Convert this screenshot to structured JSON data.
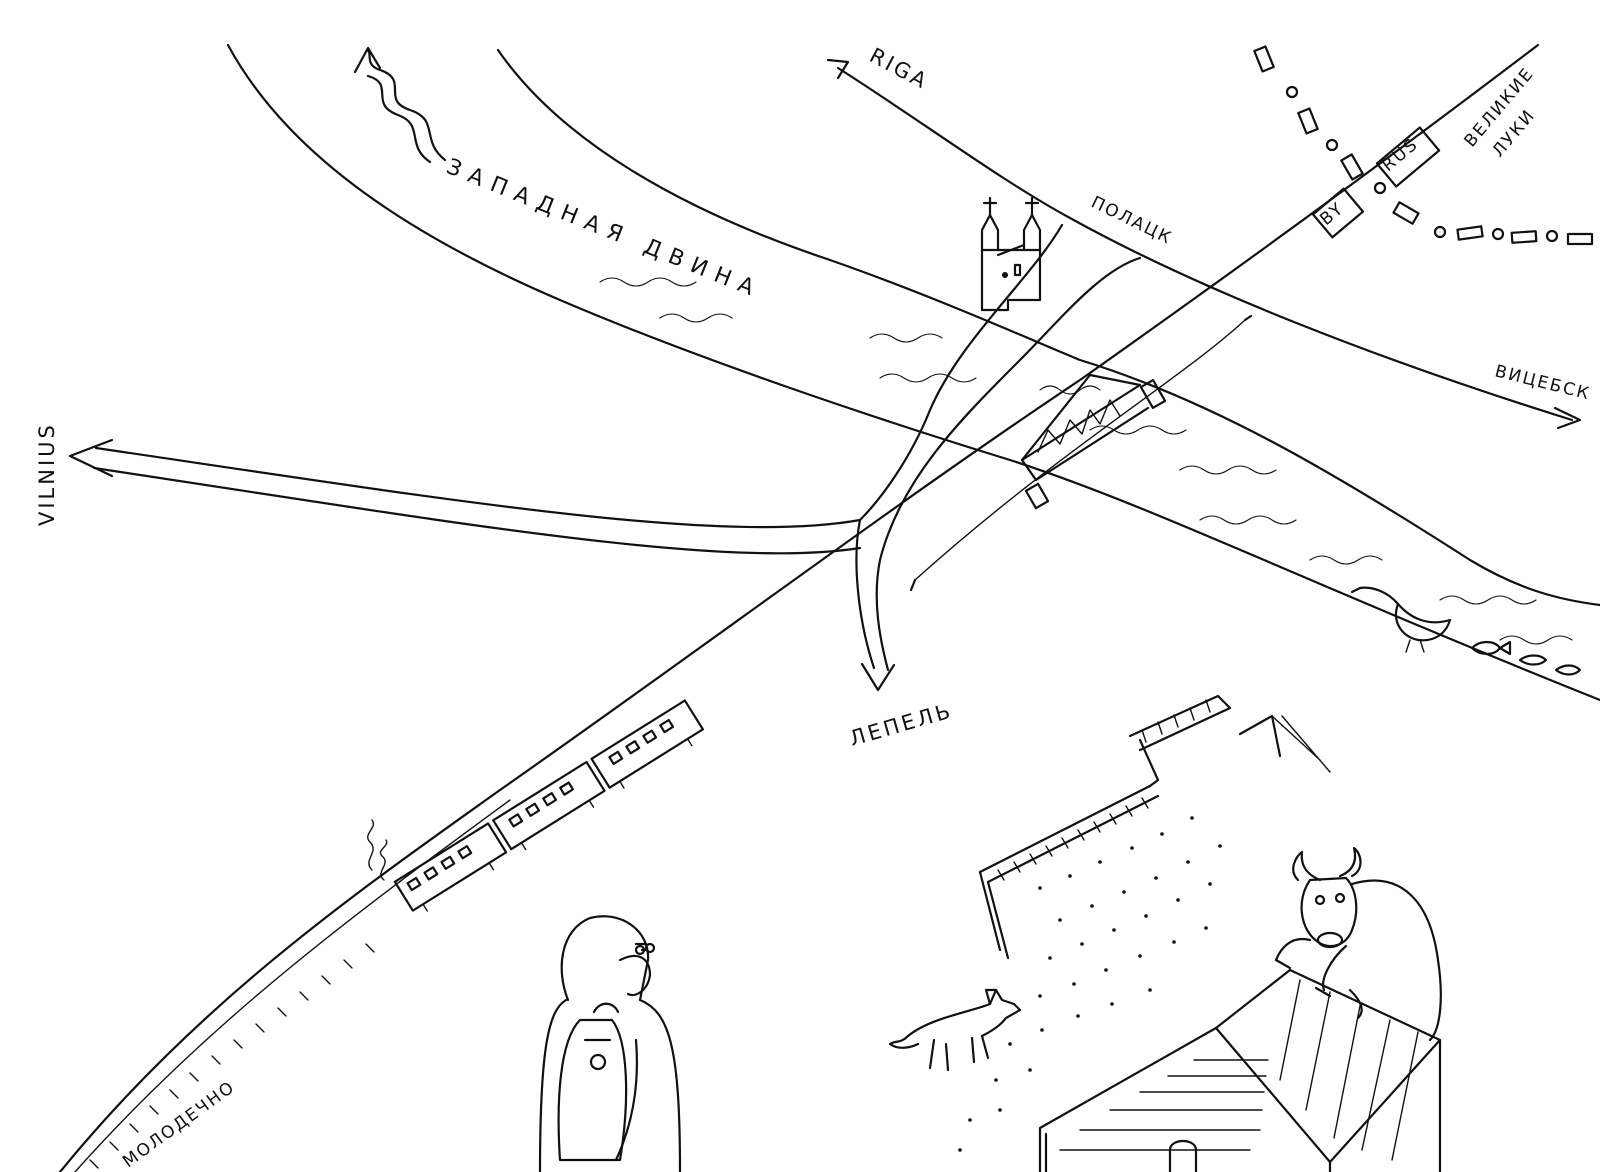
{
  "labels": {
    "riga": "RIGA",
    "vilnius": "VILNIUS",
    "vitebsk": "ВИЦЕБСК",
    "polatsk": "ПОЛАЦК",
    "lepel": "ЛЕПЕЛЬ",
    "molodechno": "МОЛОДЕЧНО",
    "velikie_luki": [
      "ВЕЛИКИЕ",
      "ЛУКИ"
    ],
    "river": "ЗАПАДНАЯ ДВИНА",
    "border_by": "BY",
    "border_rus": "RUS"
  },
  "colors": {
    "ink": "#111111",
    "paper": "#ffffff"
  },
  "icons": [
    "church-icon",
    "bridge-icon",
    "train-icon",
    "hiker-icon",
    "fox-icon",
    "house-icon",
    "bull-icon",
    "bird-icon",
    "fish-icon",
    "arrow-icon"
  ]
}
